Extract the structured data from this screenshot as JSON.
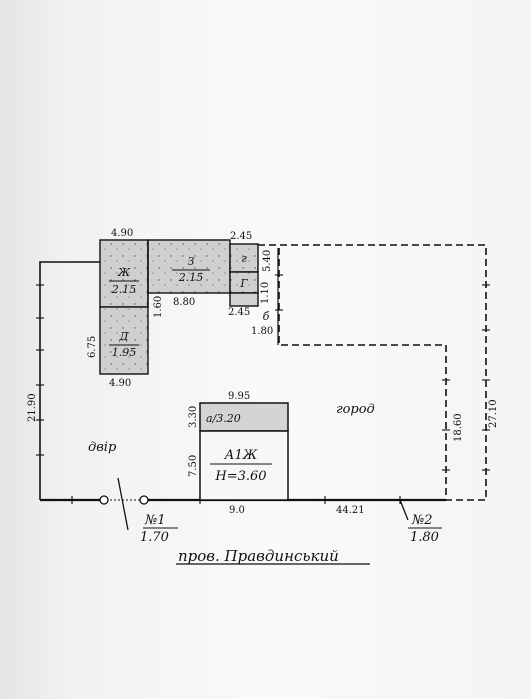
{
  "plan": {
    "street": "пров. Правдинський",
    "yard_label": "двір",
    "garden_label": "город",
    "house": {
      "code": "А1Ж",
      "height": "Н=3.60",
      "porch": "а/3.20"
    },
    "buildings": [
      {
        "code": "Ж",
        "value": "2.15"
      },
      {
        "code": "Д",
        "value": "1.95"
      },
      {
        "code": "З",
        "value": "2.15"
      },
      {
        "code": "г",
        "value": ""
      },
      {
        "code": "Г",
        "value": ""
      },
      {
        "code": "б",
        "value": ""
      }
    ],
    "points": [
      {
        "code": "№1",
        "value": "1.70"
      },
      {
        "code": "№2",
        "value": "1.80"
      }
    ],
    "dimensions": {
      "zh_top": "4.90",
      "d_bottom": "4.90",
      "d_side": "6.75",
      "z_bottom": "8.80",
      "z_side": "1.60",
      "g_top": "2.45",
      "g_bottom": "2.45",
      "g_right": "5.40",
      "gg_side": "1.10",
      "b_bottom": "1.80",
      "left_boundary": "21.90",
      "porch_top": "9.95",
      "porch_side": "3.30",
      "house_side": "7.50",
      "house_bottom": "9.0",
      "front_boundary": "44.21",
      "garden_inner": "18.60",
      "garden_right": "27.10"
    }
  }
}
